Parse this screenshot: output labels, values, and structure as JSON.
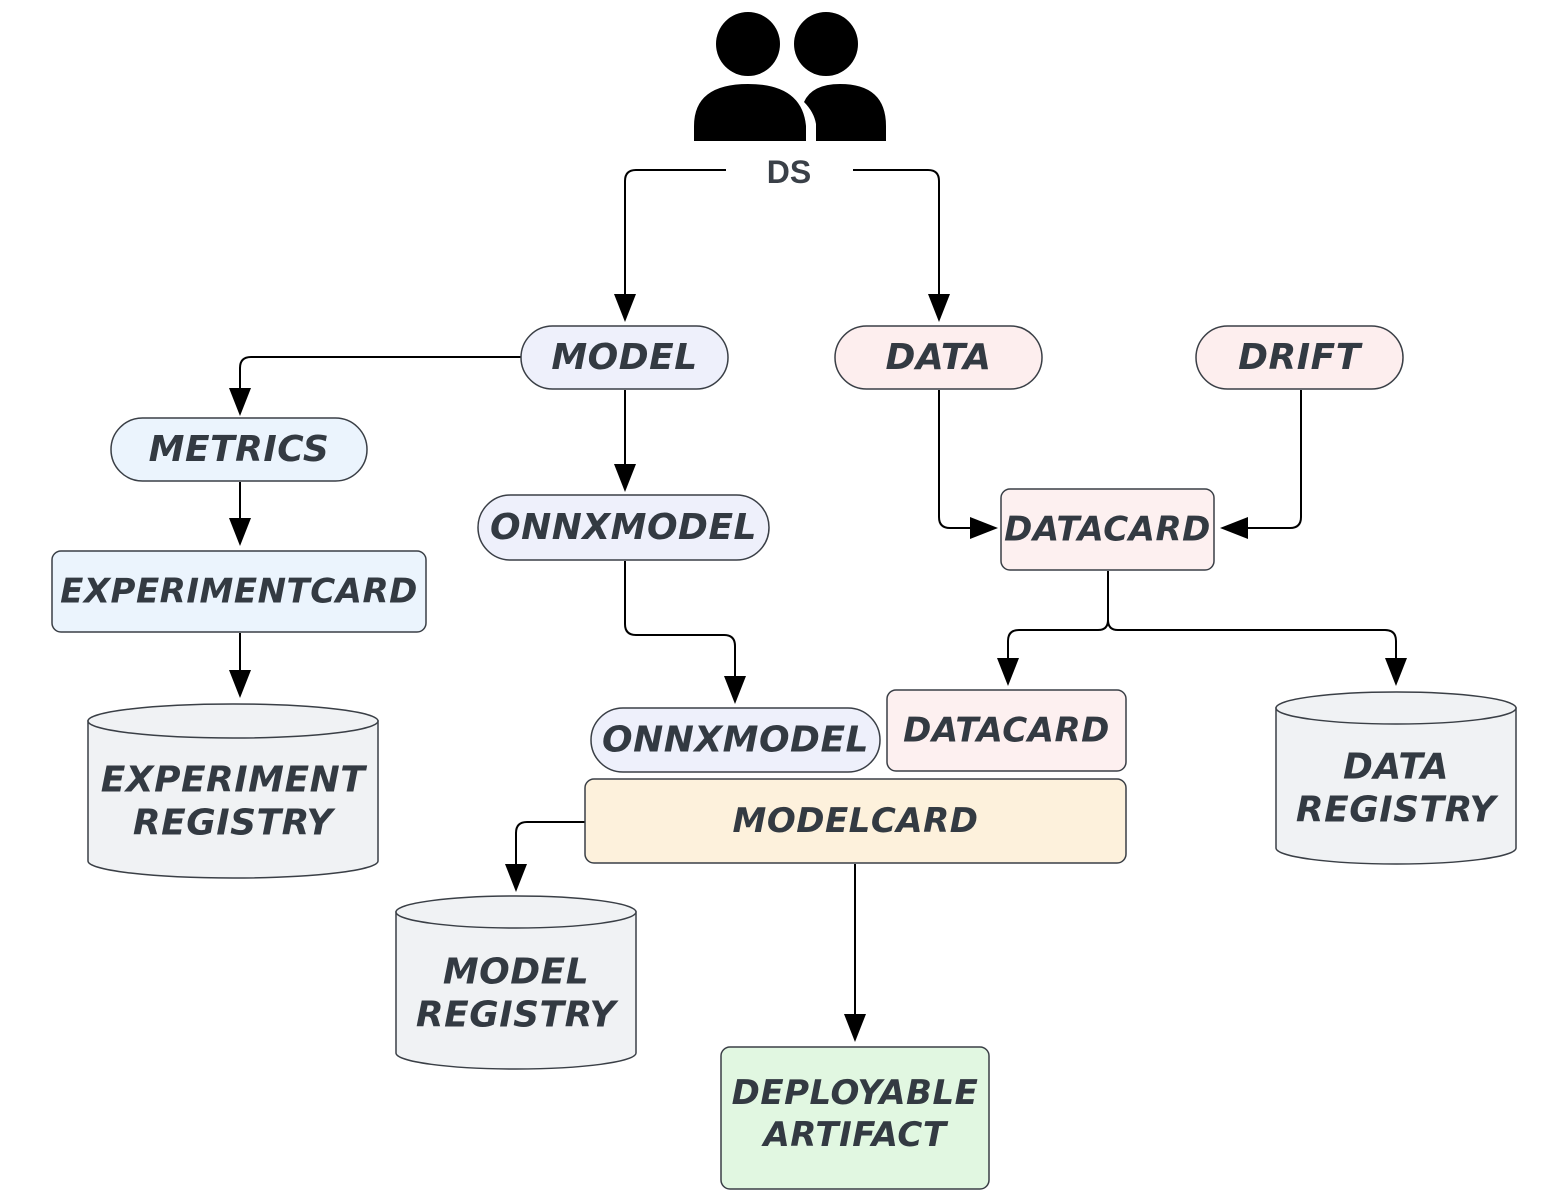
{
  "actor": {
    "label": "DS",
    "icon": "users-icon"
  },
  "nodes": {
    "model": {
      "label": "MODEL",
      "color": "#eef0fb"
    },
    "data": {
      "label": "DATA",
      "color": "#fdeeee"
    },
    "drift": {
      "label": "DRIFT",
      "color": "#fdeeee"
    },
    "metrics": {
      "label": "METRICS",
      "color": "#ebf4fd"
    },
    "onnxmodel_top": {
      "label": "ONNXMODEL",
      "color": "#eef0fb"
    },
    "datacard_top": {
      "label": "DATACARD",
      "color": "#fdf0f0"
    },
    "experimentcard": {
      "label": "EXPERIMENTCARD",
      "color": "#ebf4fd"
    },
    "onnxmodel_bottom": {
      "label": "ONNXMODEL",
      "color": "#eef0fb"
    },
    "datacard_bottom": {
      "label": "DATACARD",
      "color": "#fdf0f0"
    },
    "modelcard": {
      "label": "MODELCARD",
      "color": "#fdf1dc"
    },
    "deployable_artifact": {
      "label_line1": "DEPLOYABLE",
      "label_line2": "ARTIFACT",
      "color": "#e1f7e1"
    }
  },
  "registries": {
    "experiment": {
      "label_line1": "EXPERIMENT",
      "label_line2": "REGISTRY",
      "color": "#f0f2f4"
    },
    "data": {
      "label_line1": "DATA",
      "label_line2": "REGISTRY",
      "color": "#f0f2f4"
    },
    "model": {
      "label_line1": "MODEL",
      "label_line2": "REGISTRY",
      "color": "#f0f2f4"
    }
  }
}
